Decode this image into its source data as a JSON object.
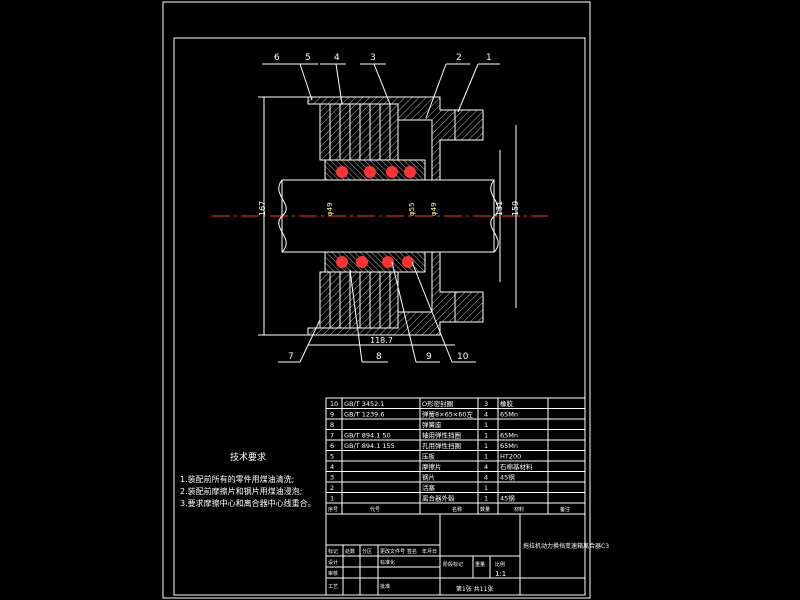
{
  "balloons": [
    "6",
    "5",
    "4",
    "3",
    "2",
    "1",
    "7",
    "8",
    "9",
    "10"
  ],
  "dimensions": {
    "left_dia": "167",
    "right_dia_a": "131",
    "right_dia_b": "159",
    "length": "118.7"
  },
  "shaft_labels": [
    "φ49",
    "φ55",
    "φ49"
  ],
  "notes": {
    "title": "技术要求",
    "lines": [
      "1.装配前所有的零件用煤油清洗;",
      "2.装配前摩擦片和钢片用煤油浸泡;",
      "3.要求摩擦中心和离合器中心线重合。"
    ]
  },
  "bom": {
    "rows": [
      {
        "no": "10",
        "code": "GB/T 3452.1",
        "name": "O形密封圈",
        "qty": "3",
        "material": "橡胶"
      },
      {
        "no": "9",
        "code": "GB/T 1239.6",
        "name": "弹簧8×65×60左",
        "qty": "4",
        "material": "65Mn"
      },
      {
        "no": "8",
        "code": "",
        "name": "弹簧座",
        "qty": "1",
        "material": ""
      },
      {
        "no": "7",
        "code": "GB/T 894.1 50",
        "name": "轴用弹性挡圈",
        "qty": "1",
        "material": "65Mn"
      },
      {
        "no": "6",
        "code": "GB/T 894.1 155",
        "name": "孔用弹性挡圈",
        "qty": "1",
        "material": "65Mn"
      },
      {
        "no": "5",
        "code": "",
        "name": "压板",
        "qty": "1",
        "material": "HT200"
      },
      {
        "no": "4",
        "code": "",
        "name": "摩擦片",
        "qty": "4",
        "material": "石棉基材料"
      },
      {
        "no": "3",
        "code": "",
        "name": "钢片",
        "qty": "4",
        "material": "45钢"
      },
      {
        "no": "2",
        "code": "",
        "name": "活塞",
        "qty": "1",
        "material": ""
      },
      {
        "no": "1",
        "code": "",
        "name": "离合器外毂",
        "qty": "1",
        "material": "45钢"
      }
    ],
    "headers": {
      "no": "序号",
      "code": "代号",
      "name": "名称",
      "qty": "数量",
      "material": "材料",
      "remark": "备注"
    }
  },
  "title_block": {
    "drawing_title": "拖拉机动力换挡变速箱离合器C3",
    "scale": "1:1",
    "sheet": "第1张 共11张",
    "labels": [
      "标记",
      "处数",
      "分区",
      "更改文件号",
      "签名",
      "年月日",
      "设计",
      "标准化",
      "阶段标记",
      "重量",
      "比例",
      "审核",
      "工艺",
      "批准"
    ]
  }
}
